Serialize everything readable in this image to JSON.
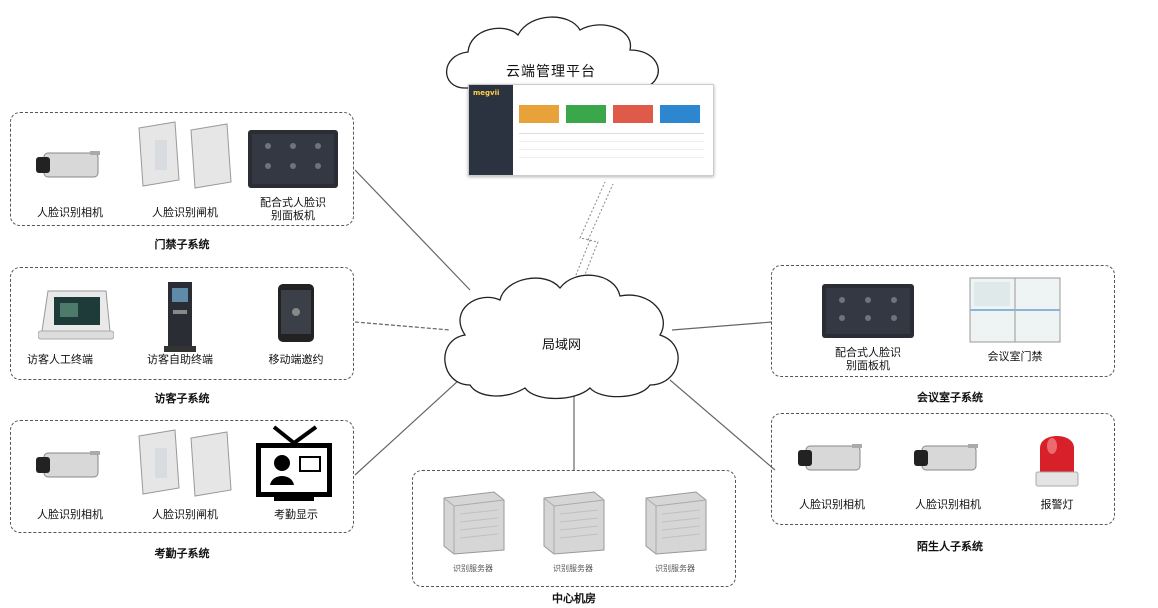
{
  "cloud_platform": {
    "title": "云端管理平台",
    "brand": "megvii"
  },
  "wan": {
    "label": "局域网"
  },
  "groups": {
    "access": {
      "title": "门禁子系统",
      "devices": [
        "人脸识别相机",
        "人脸识别闸机",
        "配合式人脸识\n别面板机"
      ]
    },
    "visitor": {
      "title": "访客子系统",
      "devices": [
        "访客人工终端",
        "访客自助终端",
        "移动端邀约"
      ]
    },
    "attendance": {
      "title": "考勤子系统",
      "devices": [
        "人脸识别相机",
        "人脸识别闸机",
        "考勤显示"
      ]
    },
    "meeting": {
      "title": "会议室子系统",
      "devices": [
        "配合式人脸识\n别面板机",
        "会议室门禁"
      ]
    },
    "stranger": {
      "title": "陌生人子系统",
      "devices": [
        "人脸识别相机",
        "人脸识别相机",
        "报警灯"
      ]
    },
    "center": {
      "title": "中心机房",
      "servers": [
        "识别服务器",
        "识别服务器",
        "识别服务器"
      ]
    }
  },
  "colors": {
    "accent_green": "#3aa84a",
    "accent_orange": "#e8a23a",
    "accent_red": "#e05a4a",
    "accent_blue": "#2d86d0",
    "dash_sidebar": "#2b3240",
    "alarm_red": "#d8202a"
  }
}
